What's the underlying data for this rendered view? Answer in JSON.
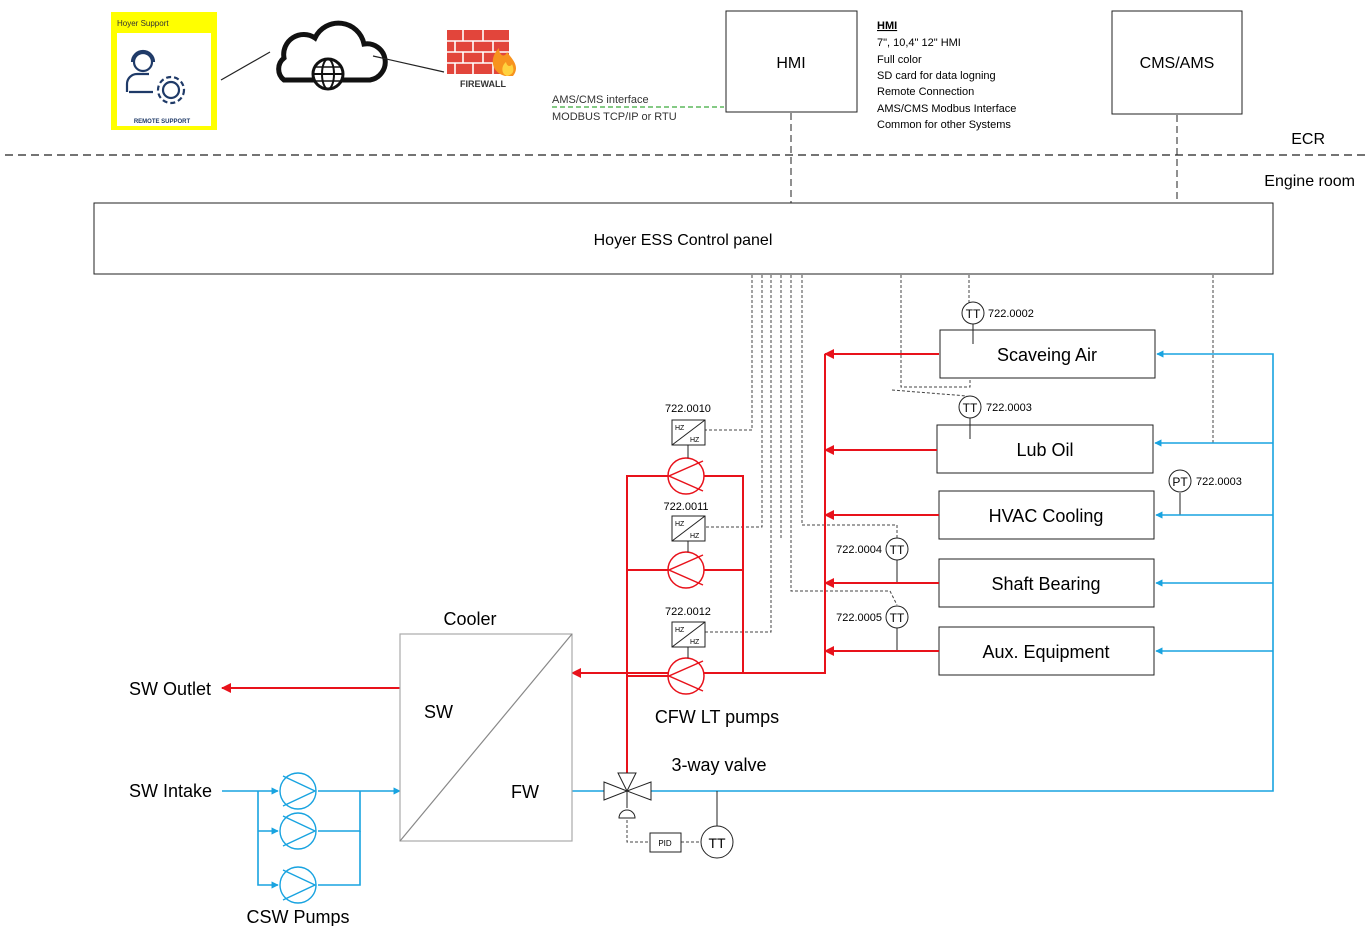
{
  "support": {
    "title": "Hoyer Support",
    "caption": "REMOTE SUPPORT",
    "bg_color": "#ffff00"
  },
  "firewall": {
    "label": "FIREWALL"
  },
  "interface": {
    "line1": "AMS/CMS interface",
    "line2": "MODBUS TCP/IP or RTU"
  },
  "hmi": {
    "box_label": "HMI",
    "spec_title": "HMI",
    "spec_lines": [
      "7\", 10,4\" 12\" HMI",
      "Full color",
      "SD card for data logning",
      "Remote Connection",
      "AMS/CMS Modbus Interface",
      "Common for other Systems"
    ]
  },
  "cms": {
    "label": "CMS/AMS"
  },
  "zones": {
    "ecr": "ECR",
    "engine_room": "Engine room"
  },
  "panel": {
    "label": "Hoyer ESS Control panel"
  },
  "consumers": [
    {
      "label": "Scaveing Air"
    },
    {
      "label": "Lub Oil"
    },
    {
      "label": "HVAC Cooling"
    },
    {
      "label": "Shaft Bearing"
    },
    {
      "label": "Aux. Equipment"
    }
  ],
  "sensors": [
    {
      "type": "TT",
      "tag": "722.0002"
    },
    {
      "type": "TT",
      "tag": "722.0003"
    },
    {
      "type": "PT",
      "tag": "722.0003"
    },
    {
      "type": "TT",
      "tag": "722.0004"
    },
    {
      "type": "TT",
      "tag": "722.0005"
    }
  ],
  "vfds": [
    {
      "tag": "722.0010",
      "top": "HZ",
      "bottom": "HZ"
    },
    {
      "tag": "722.0011",
      "top": "HZ",
      "bottom": "HZ"
    },
    {
      "tag": "722.0012",
      "top": "HZ",
      "bottom": "HZ"
    }
  ],
  "cooler": {
    "title": "Cooler",
    "sw": "SW",
    "fw": "FW"
  },
  "labels": {
    "sw_outlet": "SW Outlet",
    "sw_intake": "SW Intake",
    "csw_pumps": "CSW Pumps",
    "cfw_pumps": "CFW LT pumps",
    "valve": "3-way valve"
  },
  "control": {
    "pid": "PID",
    "tt": "TT"
  },
  "colors": {
    "hot": "#e8121b",
    "cold": "#18a3e0",
    "support_bg": "#ffff00"
  }
}
